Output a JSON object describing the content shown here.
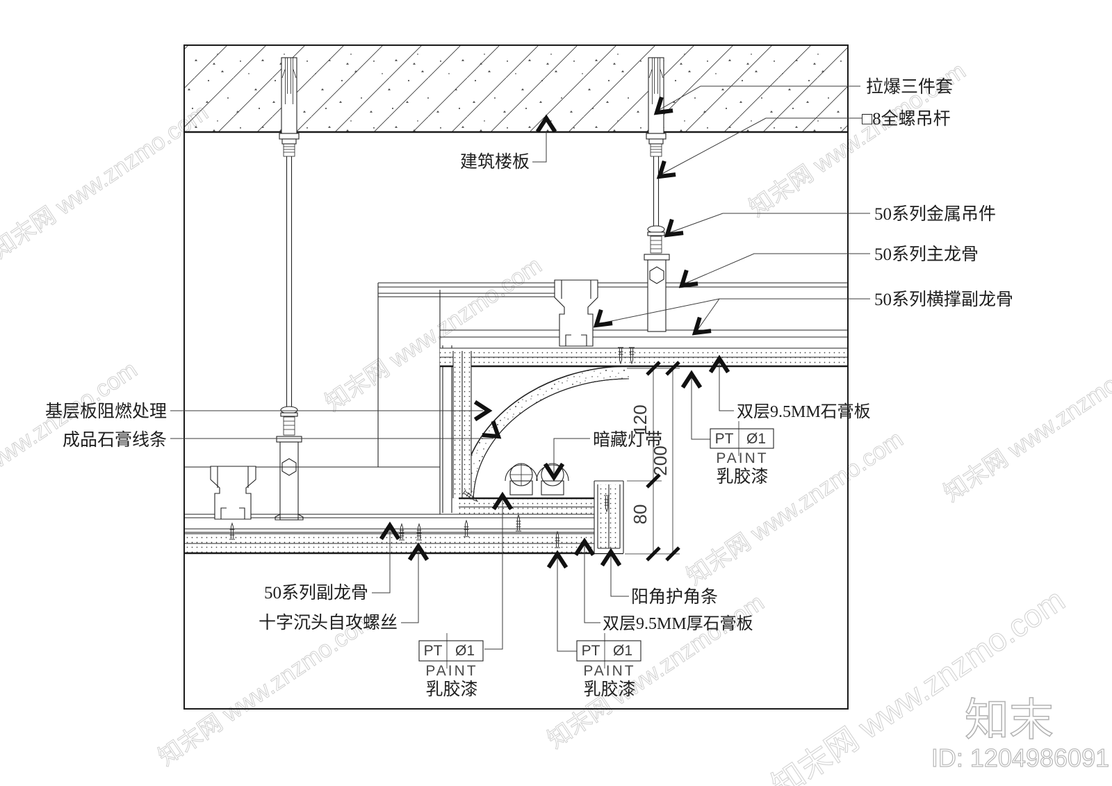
{
  "labels": {
    "anchor_set": "拉爆三件套",
    "hanger_rod": "□8全螺吊杆",
    "metal_hanger": "50系列金属吊件",
    "main_runner": "50系列主龙骨",
    "cross_furring": "50系列横撑副龙骨",
    "floor_slab": "建筑楼板",
    "base_board_fire": "基层板阻燃处理",
    "gypsum_moulding": "成品石膏线条",
    "concealed_light": "暗藏灯带",
    "double_gypsum_right": "双层9.5MM石膏板",
    "furring_channel": "50系列副龙骨",
    "self_tapping_screw": "十字沉头自攻螺丝",
    "corner_bead": "阳角护角条",
    "double_gypsum_bottom": "双层9.5MM厚石膏板"
  },
  "dimensions": {
    "upper": "120",
    "total": "200",
    "lower": "80"
  },
  "paint_tag": {
    "code": "PT",
    "value": "Ø1",
    "caption": "PAINT",
    "material": "乳胶漆"
  },
  "watermark": {
    "site": "知末网 www.znzmo.com",
    "logo": "知末",
    "id": "ID: 1204986091"
  },
  "colors": {
    "line": "#222222",
    "heavy_line": "#1a1a1a",
    "watermark": "#d0d0d0",
    "board_dot": "#3f3f3f",
    "background": "#ffffff"
  }
}
